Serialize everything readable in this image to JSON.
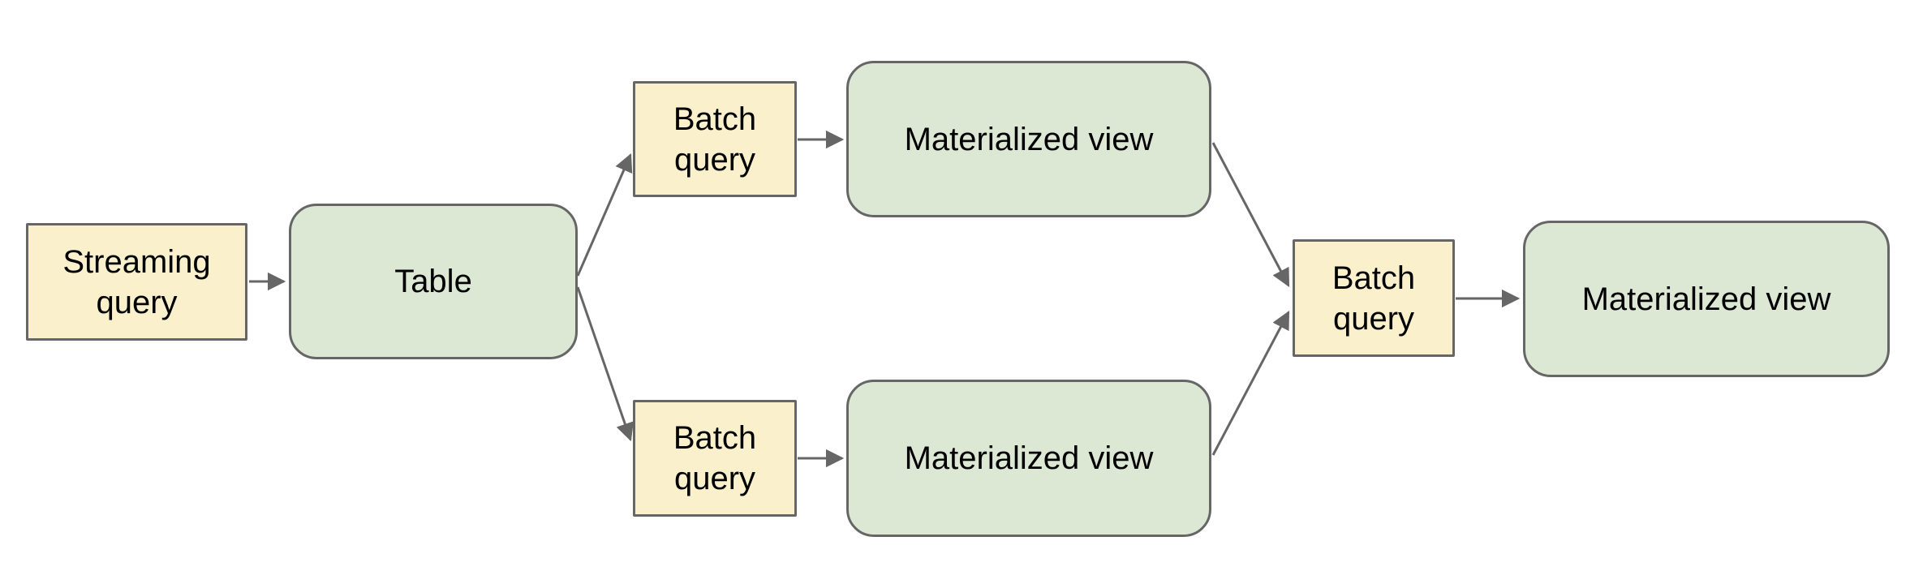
{
  "diagram": {
    "nodes": [
      {
        "id": "streaming-query",
        "label": "Streaming query",
        "kind": "query"
      },
      {
        "id": "table",
        "label": "Table",
        "kind": "view"
      },
      {
        "id": "batch-query-top",
        "label": "Batch query",
        "kind": "query"
      },
      {
        "id": "materialized-view-top",
        "label": "Materialized view",
        "kind": "view"
      },
      {
        "id": "batch-query-bottom",
        "label": "Batch query",
        "kind": "query"
      },
      {
        "id": "materialized-view-bottom",
        "label": "Materialized view",
        "kind": "view"
      },
      {
        "id": "batch-query-right",
        "label": "Batch query",
        "kind": "query"
      },
      {
        "id": "materialized-view-right",
        "label": "Materialized view",
        "kind": "view"
      }
    ],
    "edges": [
      {
        "from": "streaming-query",
        "to": "table"
      },
      {
        "from": "table",
        "to": "batch-query-top"
      },
      {
        "from": "table",
        "to": "batch-query-bottom"
      },
      {
        "from": "batch-query-top",
        "to": "materialized-view-top"
      },
      {
        "from": "batch-query-bottom",
        "to": "materialized-view-bottom"
      },
      {
        "from": "materialized-view-top",
        "to": "batch-query-right"
      },
      {
        "from": "materialized-view-bottom",
        "to": "batch-query-right"
      },
      {
        "from": "batch-query-right",
        "to": "materialized-view-right"
      }
    ],
    "colors": {
      "query_fill": "#fbf0cc",
      "view_fill": "#dce8d4",
      "border": "#666666",
      "arrow": "#666666",
      "text": "#000000",
      "background": "#ffffff"
    }
  }
}
